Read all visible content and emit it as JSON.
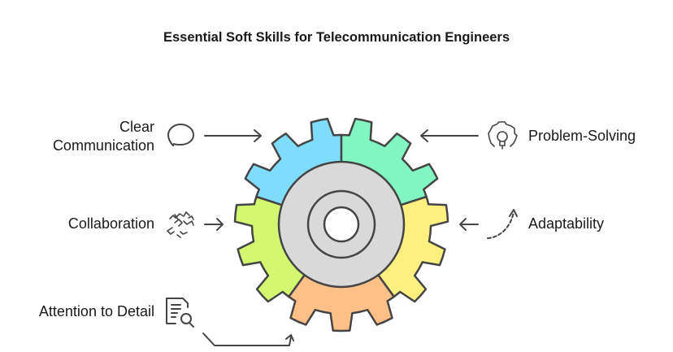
{
  "title": "Essential Soft Skills for Telecommunication Engineers",
  "skills": {
    "clear_communication": {
      "line1": "Clear",
      "line2": "Communication",
      "icon": "speech-bubble-icon"
    },
    "collaboration": {
      "label": "Collaboration",
      "icon": "handshake-icon"
    },
    "attention_to_detail": {
      "label": "Attention to Detail",
      "icon": "document-search-icon"
    },
    "problem_solving": {
      "label": "Problem-Solving",
      "icon": "gear-lightbulb-icon"
    },
    "adaptability": {
      "label": "Adaptability",
      "icon": "curved-arrow-icon"
    }
  },
  "gear_colors": {
    "blue": "#7fdcfb",
    "green": "#81f6c2",
    "yellow": "#fff07f",
    "orange": "#ffc088",
    "lime": "#d3f870",
    "hub": "#d9d9d9",
    "stroke": "#454545"
  }
}
